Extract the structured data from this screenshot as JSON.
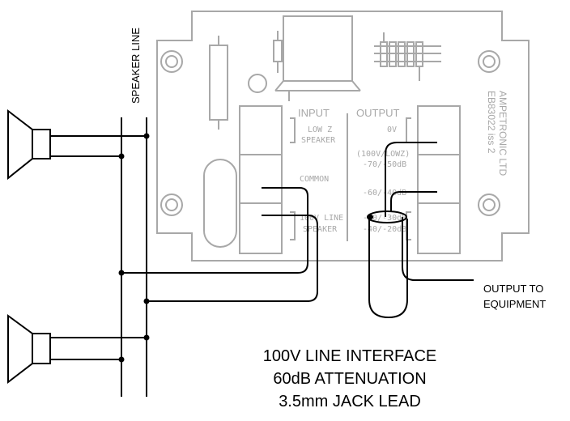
{
  "speaker_line_label": "SPEAKER LINE",
  "board": {
    "maker": "AMPETRONIC LTD",
    "part_number": "EB83022 iss 2",
    "input_header": "INPUT",
    "output_header": "OUTPUT",
    "input_terminals": [
      "LOW Z",
      "SPEAKER",
      "COMMON",
      "100V LINE",
      "SPEAKER"
    ],
    "output_terminals": [
      "0V",
      "(100V/LOWZ)",
      "-70/-50dB",
      "-60/-40dB",
      "-50/-30dB",
      "-40/-20dB"
    ]
  },
  "output_label": [
    "OUTPUT TO",
    "EQUIPMENT"
  ],
  "caption": [
    "100V LINE INTERFACE",
    "60dB ATTENUATION",
    "3.5mm JACK LEAD"
  ]
}
